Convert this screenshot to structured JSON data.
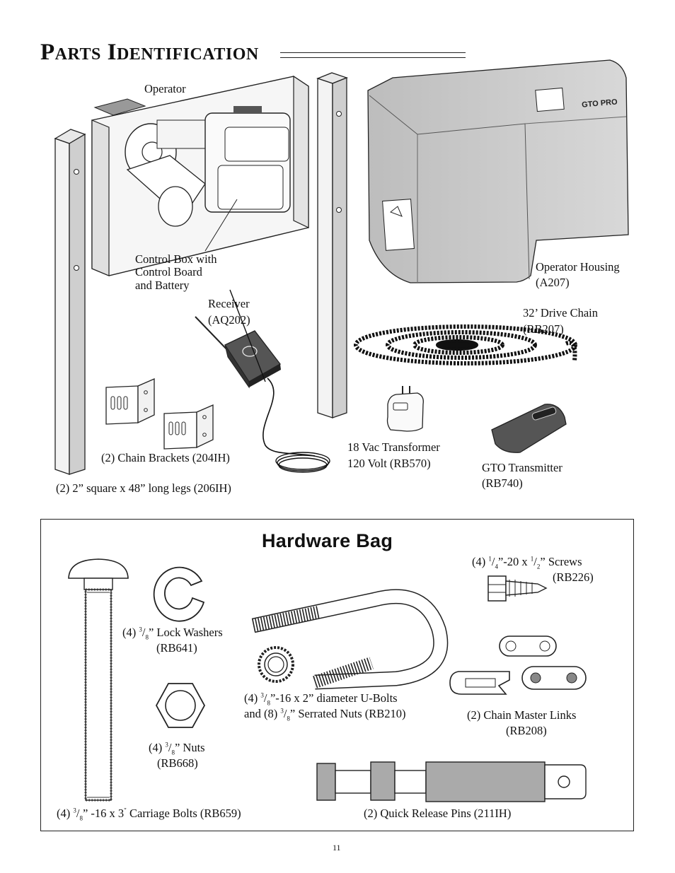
{
  "page": {
    "title_first": "P",
    "title_rest1": "ARTS",
    "title_first2": "I",
    "title_rest2": "DENTIFICATION",
    "page_number": "11"
  },
  "labels": {
    "operator": "Operator",
    "control_box_1": "Control Box with",
    "control_box_2": "Control Board",
    "control_box_3": "and Battery",
    "receiver_1": "Receiver",
    "receiver_2": "(AQ202)",
    "housing_1": "Operator Housing",
    "housing_2": "(A207)",
    "chain_1": "32’ Drive Chain",
    "chain_2": "(RB207)",
    "brackets": "(2) Chain Brackets (204IH)",
    "legs": "(2) 2” square x 48” long legs (206IH)",
    "transformer_1": "18 Vac Transformer",
    "transformer_2": "120 Volt (RB570)",
    "transmitter_1": "GTO Transmitter",
    "transmitter_2": "(RB740)"
  },
  "hardware": {
    "title": "Hardware Bag",
    "screws_prefix": "(4) ",
    "screws_n1": "1",
    "screws_d1": "4",
    "screws_mid": "”-20 x ",
    "screws_n2": "1",
    "screws_d2": "2",
    "screws_suffix": "” Screws",
    "screws_code": "(RB226)",
    "washers_prefix": "(4) ",
    "washers_n": "3",
    "washers_d": "8",
    "washers_suffix": "” Lock Washers",
    "washers_code": "(RB641)",
    "ubolts_prefix": "(4) ",
    "ubolts_n": "3",
    "ubolts_d": "8",
    "ubolts_suffix": "”-16 x 2” diameter U-Bolts",
    "serrated_prefix": "and (8) ",
    "serrated_n": "3",
    "serrated_d": "8",
    "serrated_suffix": "” Serrated Nuts (RB210)",
    "links_1": "(2) Chain Master Links",
    "links_2": "(RB208)",
    "nuts_prefix": "(4) ",
    "nuts_n": "3",
    "nuts_d": "8",
    "nuts_suffix": "” Nuts",
    "nuts_code": "(RB668)",
    "carriage_prefix": "(4) ",
    "carriage_n": "3",
    "carriage_d": "8",
    "carriage_mid": "” -16 x 3",
    "carriage_sup": "\"",
    "carriage_suffix": " Carriage Bolts (RB659)",
    "pins": "(2) Quick Release Pins (211IH)"
  },
  "icons": {
    "housing_logo": "GTO PRO",
    "warning_label": "WARNING"
  }
}
